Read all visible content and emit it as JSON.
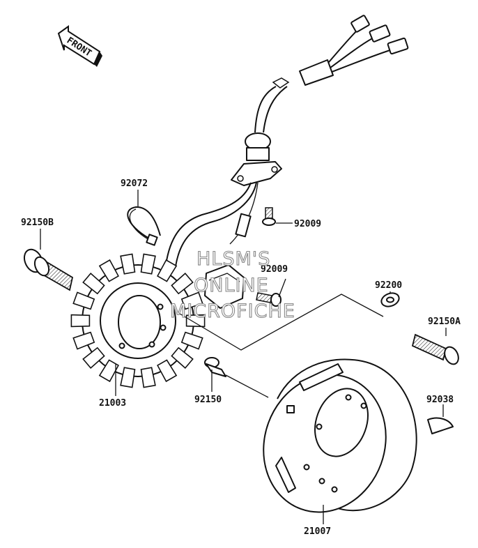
{
  "diagram": {
    "direction_label": "FRONT",
    "watermark": [
      "HLSM'S",
      "ONLINE",
      "MICROFICHE"
    ],
    "callouts": [
      {
        "id": "92072",
        "label": "92072"
      },
      {
        "id": "92150B",
        "label": "92150B"
      },
      {
        "id": "92009a",
        "label": "92009"
      },
      {
        "id": "92009b",
        "label": "92009"
      },
      {
        "id": "92200",
        "label": "92200"
      },
      {
        "id": "92150A",
        "label": "92150A"
      },
      {
        "id": "21003",
        "label": "21003"
      },
      {
        "id": "92150",
        "label": "92150"
      },
      {
        "id": "92038",
        "label": "92038"
      },
      {
        "id": "21007",
        "label": "21007"
      }
    ]
  }
}
